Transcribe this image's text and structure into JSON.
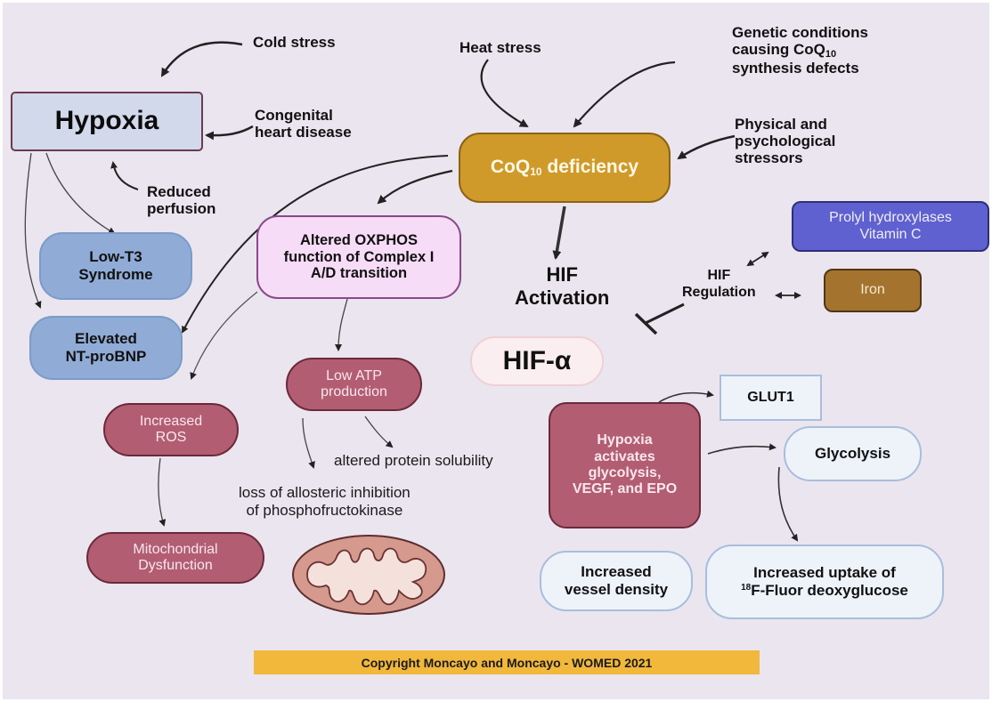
{
  "diagram": {
    "inputs": {
      "cold_stress": "Cold stress",
      "heat_stress": "Heat stress",
      "genetic_line1": "Genetic conditions",
      "genetic_line2_prefix": "causing CoQ",
      "genetic_line2_sub": "10",
      "genetic_line3": "synthesis defects",
      "congenital_line1": "Congenital",
      "congenital_line2": "heart disease",
      "physical_line1": "Physical and",
      "physical_line2": "psychological",
      "physical_line3": "stressors",
      "reduced_line1": "Reduced",
      "reduced_line2": "perfusion"
    },
    "nodes": {
      "hypoxia": "Hypoxia",
      "coq_prefix": "CoQ",
      "coq_sub": "10",
      "coq_suffix": " deficiency",
      "low_t3_line1": "Low-T3",
      "low_t3_line2": "Syndrome",
      "ntprobnp_line1": "Elevated",
      "ntprobnp_line2": "NT-proBNP",
      "oxphos_line1": "Altered OXPHOS",
      "oxphos_line2": "function of Complex I",
      "oxphos_line3": "A/D transition",
      "hif_activation_line1": "HIF",
      "hif_activation_line2": "Activation",
      "hif_regulation_line1": "HIF",
      "hif_regulation_line2": "Regulation",
      "prolyl_line1": "Prolyl hydroxylases",
      "prolyl_line2": "Vitamin C",
      "iron": "Iron",
      "hif_alpha": "HIF-α",
      "low_atp_line1": "Low ATP",
      "low_atp_line2": "production",
      "increased_ros_line1": "Increased",
      "increased_ros_line2": "ROS",
      "mito_dys_line1": "Mitochondrial",
      "mito_dys_line2": "Dysfunction",
      "altered_protein": "altered protein solubility",
      "loss_allosteric_line1": "loss of allosteric inhibition",
      "loss_allosteric_line2": "of phosphofructokinase",
      "hypoxia_activates_line1": "Hypoxia",
      "hypoxia_activates_line2": "activates",
      "hypoxia_activates_line3": "glycolysis,",
      "hypoxia_activates_line4": "VEGF, and EPO",
      "glut1": "GLUT1",
      "glycolysis": "Glycolysis",
      "vessel_line1": "Increased",
      "vessel_line2": "vessel density",
      "uptake_line1": "Increased uptake of",
      "uptake_sup": "18",
      "uptake_line2": "F-Fluor deoxyglucose"
    },
    "footer": {
      "copyright": "Copyright Moncayo and Moncayo - WOMED 2021"
    },
    "colors": {
      "background": "#ebe5f0",
      "coq_box": "#cf9a2a",
      "hypoxia_box": "#d2d9ea",
      "blue_pill": "#8fabd6",
      "oxphos_box": "#f6dcf6",
      "maroon_box": "#b25d72",
      "prolyl_box": "#6061d0",
      "iron_box": "#a4732e",
      "light_box": "#eef3fa",
      "copyright_bar": "#f2b83c"
    }
  }
}
